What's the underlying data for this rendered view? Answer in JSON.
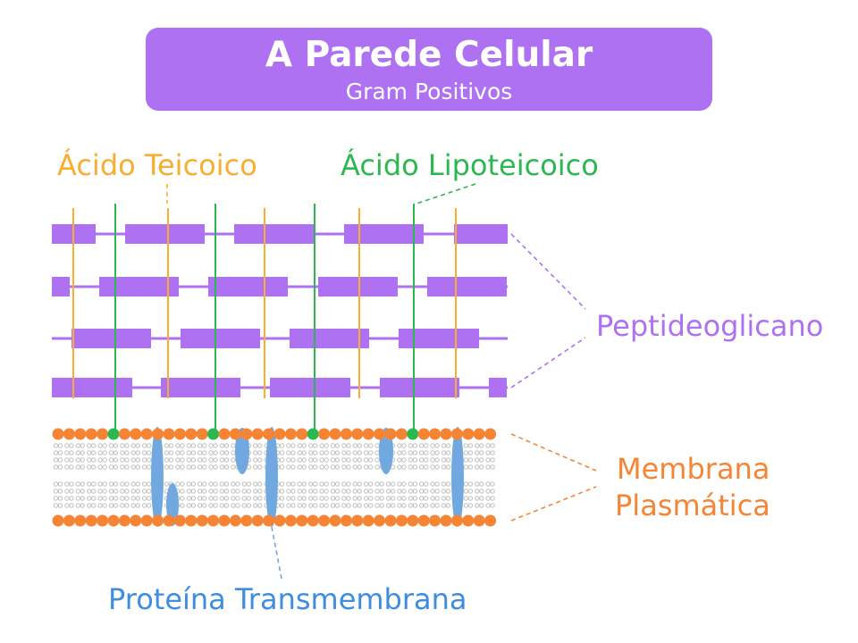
{
  "title": {
    "main": "A Parede Celular",
    "sub": "Gram Positivos"
  },
  "labels": {
    "teichoic": "Ácido Teicoico",
    "lipoteichoic": "Ácido Lipoteicoico",
    "peptidoglycan": "Peptideoglicano",
    "membrane_line1": "Membrana",
    "membrane_line2": "Plasmática",
    "protein": "Proteína Transmembrana"
  },
  "colors": {
    "purple": "#ad71f2",
    "orange": "#f7ae31",
    "green": "#2bb850",
    "lipid_head": "#f58535",
    "protein": "#72a8e0",
    "lipid_tail": "#bdbdbd",
    "protein_label": "#3d8de0"
  }
}
